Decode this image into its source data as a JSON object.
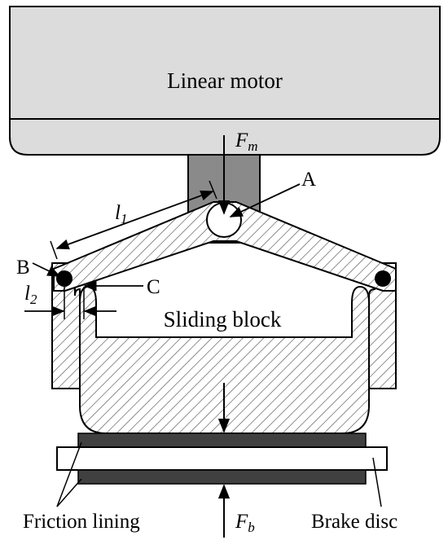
{
  "labels": {
    "motor": "Linear motor",
    "force_motor": "F",
    "force_motor_sub": "m",
    "point_a": "A",
    "point_b": "B",
    "point_c": "C",
    "length_1": "l",
    "length_1_sub": "1",
    "length_2": "l",
    "length_2_sub": "2",
    "sliding_block": "Sliding block",
    "friction_lining": "Friction lining",
    "force_brake": "F",
    "force_brake_sub": "b",
    "brake_disc": "Brake disc"
  },
  "colors": {
    "motor_fill": "#dcdcdc",
    "rod_fill": "#8a8a8a",
    "lining_fill": "#404040",
    "hatch": "#555555",
    "line": "#000000"
  }
}
